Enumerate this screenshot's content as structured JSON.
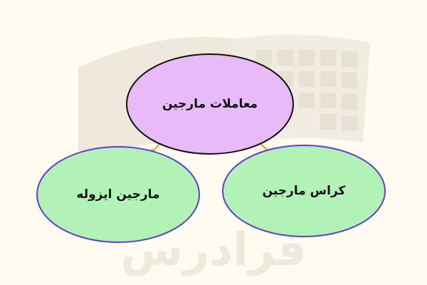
{
  "diagram": {
    "colors": {
      "background": "#fffbf1",
      "root_fill": "#e8baf8",
      "child_fill": "#b3f2b7",
      "node_stroke": "#5d3fd3",
      "arrow": "#e39b1c",
      "watermark": "#efe9dd"
    },
    "root": {
      "label": "معاملات مارجین"
    },
    "children": [
      {
        "label": "مارجین ایزوله"
      },
      {
        "label": "کراس مارجین"
      }
    ],
    "watermark": {
      "icon": "faradars-logo-icon",
      "text": "فرادرس"
    }
  }
}
